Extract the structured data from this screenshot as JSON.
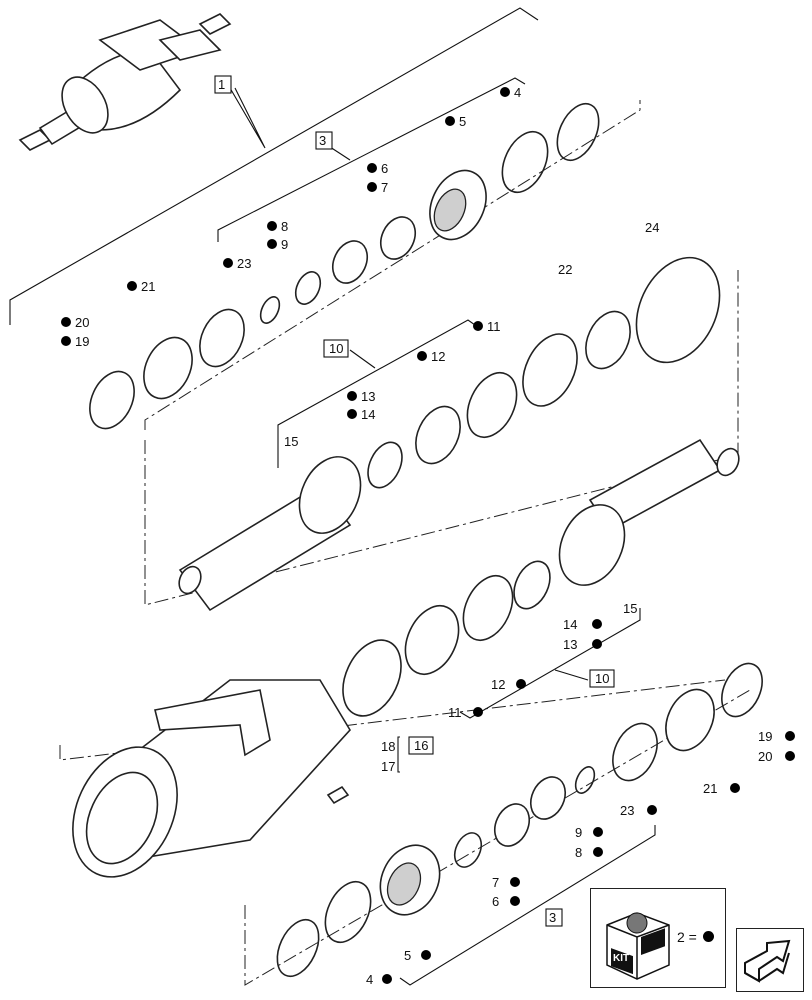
{
  "callouts": {
    "c1": "1",
    "c3a": "3",
    "c3b": "3",
    "c4a": "4",
    "c5a": "5",
    "c6a": "6",
    "c7a": "7",
    "c8a": "8",
    "c9a": "9",
    "c23a": "23",
    "c21a": "21",
    "c20a": "20",
    "c19a": "19",
    "c24": "24",
    "c22": "22",
    "c10a": "10",
    "c10b": "10",
    "c11a": "11",
    "c12a": "12",
    "c13a": "13",
    "c14a": "14",
    "c15a": "15",
    "c14b": "14",
    "c13b": "13",
    "c15b": "15",
    "c12b": "12",
    "c11b": "11",
    "c16": "16",
    "c18": "18",
    "c17": "17",
    "c19b": "19",
    "c20b": "20",
    "c21b": "21",
    "c23b": "23",
    "c9b": "9",
    "c8b": "8",
    "c7b": "7",
    "c6b": "6",
    "c5b": "5",
    "c4b": "4"
  },
  "legend": {
    "kit_equals": "2 =",
    "kit_icon": "kit-box-icon",
    "bullet_icon": "black-dot-icon"
  },
  "navigation": {
    "icon": "return-arrow-icon"
  },
  "colors": {
    "line": "#111111",
    "part_shade": "#cfcfcf",
    "background": "#ffffff"
  }
}
